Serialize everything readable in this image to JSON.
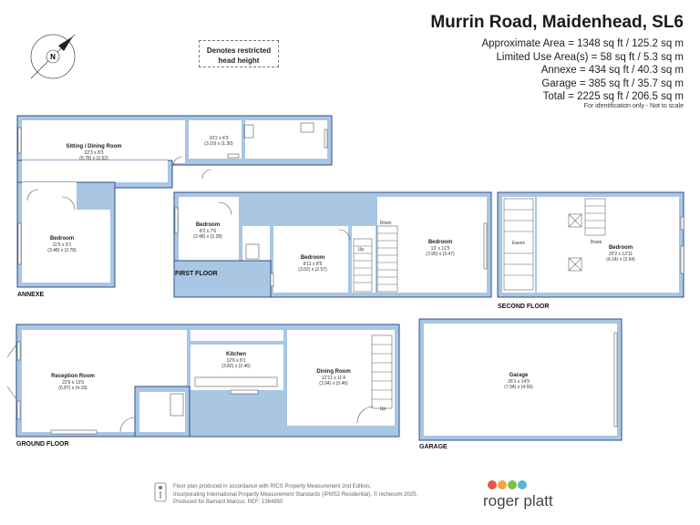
{
  "header": {
    "title": "Murrin Road, Maidenhead, SL6",
    "areas": [
      "Approximate Area = 1348 sq ft / 125.2 sq m",
      "Limited Use Area(s) = 58 sq ft / 5.3 sq m",
      "Annexe = 434 sq ft / 40.3 sq m",
      "Garage = 385 sq ft / 35.7 sq m",
      "Total = 2225 sq ft / 206.5 sq m"
    ],
    "note": "For identification only - Not to scale"
  },
  "legend": {
    "line1": "Denotes restricted",
    "line2": "head height"
  },
  "compass": {
    "letter": "N"
  },
  "floors": {
    "annexe": "ANNEXE",
    "first": "FIRST FLOOR",
    "second": "SECOND FLOOR",
    "ground": "GROUND FLOOR",
    "garage": "GARAGE"
  },
  "rooms": {
    "sitting": {
      "name": "Sitting / Dining Room",
      "imp": "22'3 x 8'3",
      "met": "(6.78) x (2.52)"
    },
    "annexe_small": {
      "imp": "10'2 x 4'3",
      "met": "(3.10) x (1.30)"
    },
    "annexe_bed": {
      "name": "Bedroom",
      "imp": "11'5 x 9'1",
      "met": "(3.48) x (2.78)"
    },
    "ff_bed1": {
      "name": "Bedroom",
      "imp": "8'2 x 7'6",
      "met": "(2.48) x (2.28)"
    },
    "ff_bed2": {
      "name": "Bedroom",
      "imp": "9'11 x 8'5",
      "met": "(3.02) x (2.57)"
    },
    "ff_bed3": {
      "name": "Bedroom",
      "imp": "13' x 11'5",
      "met": "(3.95) x (3.47)"
    },
    "sf_bed": {
      "name": "Bedroom",
      "imp": "20'2 x 12'11",
      "met": "(6.14) x (3.94)"
    },
    "eaves": {
      "name": "Eaves"
    },
    "reception": {
      "name": "Reception Room",
      "imp": "22'6 x 13'9",
      "met": "(6.87) x (4.18)"
    },
    "kitchen": {
      "name": "Kitchen",
      "imp": "12'6 x 8'1",
      "met": "(3.82) x (2.46)"
    },
    "dining": {
      "name": "Dining Room",
      "imp": "12'11 x 11'4",
      "met": "(3.94) x (3.46)"
    },
    "garage": {
      "name": "Garage",
      "imp": "26'1 x 14'9",
      "met": "(7.94) x (4.50)"
    }
  },
  "stairs": {
    "up": "Up",
    "down": "Down"
  },
  "footer": {
    "line1": "Floor plan produced in accordance with RICS Property Measurement 2nd Edition,",
    "line2": "Incorporating International Property Measurement Standards (IPMS2 Residential).  © nichecom 2025.",
    "line3": "Produced for Bamard Marcus.   REF:  1364850"
  },
  "brand": {
    "name": "roger platt"
  },
  "colors": {
    "wall_fill": "#a9c6e3",
    "wall_stroke": "#2f4f86",
    "dot1": "#e2574c",
    "dot2": "#f2a541",
    "dot3": "#7cc243",
    "dot4": "#5bb3d6"
  }
}
